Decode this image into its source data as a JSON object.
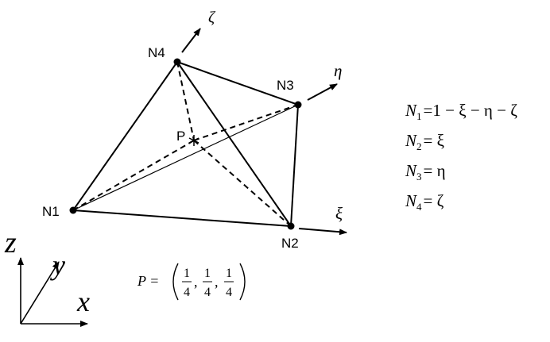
{
  "nodes": {
    "n1": "N1",
    "n2": "N2",
    "n3": "N3",
    "n4": "N4",
    "p": "P"
  },
  "local_axes": {
    "xi": "ξ",
    "eta": "η",
    "zeta": "ζ"
  },
  "global_axes": {
    "x": "x",
    "y": "y",
    "z": "z"
  },
  "shape_functions": {
    "n1": {
      "symbol": "N",
      "index": "1",
      "expression": "=1 − ξ − η − ζ"
    },
    "n2": {
      "symbol": "N",
      "index": "2",
      "expression": "= ξ"
    },
    "n3": {
      "symbol": "N",
      "index": "3",
      "expression": "= η"
    },
    "n4": {
      "symbol": "N",
      "index": "4",
      "expression": "= ζ"
    }
  },
  "point_formula": {
    "lhs": "P =",
    "numerator": "1",
    "denominator": "4",
    "comma": ","
  }
}
